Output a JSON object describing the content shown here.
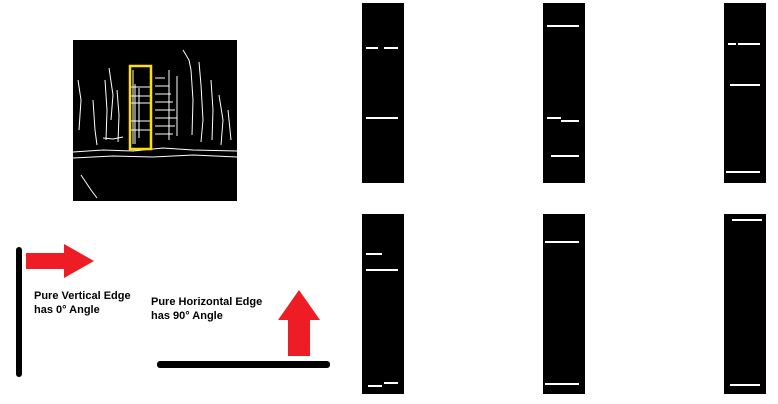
{
  "colors": {
    "background": "#ffffff",
    "panel": "#000000",
    "edge": "#ffffff",
    "highlight_box": "#ffe100",
    "arrow": "#ee1c24",
    "edge_bar": "#000000"
  },
  "labels": {
    "vertical_edge_line1": "Pure Vertical Edge",
    "vertical_edge_line2": "has 0° Angle",
    "horizontal_edge_line1": "Pure Horizontal Edge",
    "horizontal_edge_line2": "has 90° Angle"
  },
  "icons": {
    "right_arrow": "arrow-right-icon",
    "up_arrow": "arrow-up-icon"
  }
}
